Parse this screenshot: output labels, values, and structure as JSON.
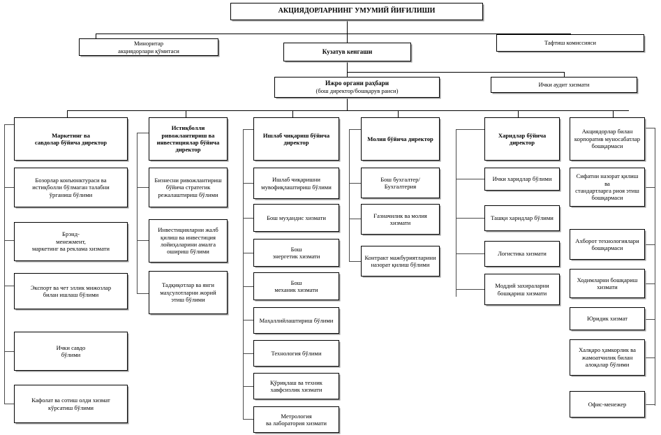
{
  "meta": {
    "title": "Акциядорлик жамияти бошқарув тузилмаси",
    "type": "organizational-chart",
    "colors": {
      "line": "#000000",
      "box_border": "#000000",
      "background": "#ffffff",
      "shadow": "#9a9a9a"
    }
  },
  "level1": {
    "general_meeting": "АКЦИЯДОРЛАРНИНГ УМУМИЙ ЙИҒИЛИШИ"
  },
  "level2": {
    "minority_committee_line1": "Миноритар",
    "minority_committee_line2": "акциядорлари қўмитаси",
    "supervisory_board": "Кузатув кенгаши",
    "audit_commission": "Тафтиш комиссияси"
  },
  "level3": {
    "executive_head_line1": "Ижро органи раҳбари",
    "executive_head_line2": "(бош директор/бошқарув раиси)",
    "internal_audit": "Ички аудит хизмати"
  },
  "columns": [
    {
      "head_lines": [
        "Маркетинг ва",
        "савдолар бўйича директор"
      ],
      "head_bold": true,
      "items": [
        {
          "lines": [
            "Бозорлар конъюнктураси ва",
            "истиқболли бўлмаган талабни",
            "ўрганиш бўлими"
          ]
        },
        {
          "lines": [
            "Брэнд-",
            "менежмент,",
            "маркетинг ва реклама хизмати"
          ]
        },
        {
          "lines": [
            "Экспорт ва чет эллик мижозлар",
            "билан ишлаш бўлими"
          ]
        },
        {
          "lines": [
            "Ички савдо",
            "бўлими"
          ]
        },
        {
          "lines": [
            "Кафолат ва сотиш олди хизмат",
            "кўрсатиш бўлими"
          ]
        }
      ]
    },
    {
      "head_lines": [
        "Истиқболли",
        "ривожлантириш ва",
        "инвестициялар бўйича",
        "директор"
      ],
      "head_bold": true,
      "items": [
        {
          "lines": [
            "Бизнесни ривожлантириш",
            "бўйича стратегик",
            "режалаштириш бўлими"
          ]
        },
        {
          "lines": [
            "Инвестицияларни жалб",
            "қилиш ва инвестиция",
            "лойиҳаларини амалга",
            "ошириш бўлими"
          ]
        },
        {
          "lines": [
            "Тадқиқотлар ва янги",
            "маҳсулотларни жорий",
            "этиш бўлими"
          ]
        }
      ]
    },
    {
      "head_lines": [
        "Ишлаб чиқариш бўйича",
        "директор"
      ],
      "head_bold": true,
      "items": [
        {
          "lines": [
            "Ишлаб чиқаришни",
            "мувофиқлаштириш бўлими"
          ]
        },
        {
          "lines": [
            "Бош муҳандис хизмати"
          ]
        },
        {
          "lines": [
            "Бош",
            "энергетик хизмати"
          ]
        },
        {
          "lines": [
            "Бош",
            "механик хизмати"
          ]
        },
        {
          "lines": [
            "Маҳаллийлаштириш бўлими"
          ]
        },
        {
          "lines": [
            "Технология бўлими"
          ]
        },
        {
          "lines": [
            "Қўриқлаш ва техник",
            "хавфсизлик хизмати"
          ]
        },
        {
          "lines": [
            "Метрология",
            "ва лаборатория хизмати"
          ]
        }
      ]
    },
    {
      "head_lines": [
        "Молия бўйича директор"
      ],
      "head_bold": true,
      "items": [
        {
          "lines": [
            "Бош бухгалтер/",
            "Бухгалтерия"
          ]
        },
        {
          "lines": [
            "Ғазначилик ва молия",
            "хизмати"
          ]
        },
        {
          "lines": [
            "Контракт мажбуриятларини",
            "назорат қилиш бўлими"
          ]
        }
      ]
    },
    {
      "head_lines": [
        "Харидлар бўйича",
        "директор"
      ],
      "head_bold": true,
      "items": [
        {
          "lines": [
            "Ички харидлар бўлими"
          ]
        },
        {
          "lines": [
            "Ташқи харидлар бўлими"
          ]
        },
        {
          "lines": [
            "Логистика хизмати"
          ]
        },
        {
          "lines": [
            "Моддий захираларни",
            "бошқариш хизмати"
          ]
        }
      ]
    },
    {
      "head_lines": [
        "Акциядорлар билан",
        "корпоратив муносабатлар",
        "бошқармаси"
      ],
      "head_bold": false,
      "items": [
        {
          "lines": [
            "Сифатни назорат қилиш ва",
            "стандартларга риоя этиш",
            "бошқармаси"
          ]
        },
        {
          "lines": [
            "Ахборот технологиялари",
            "бошқармаси"
          ]
        },
        {
          "lines": [
            "Ходимларни бошқариш",
            "хизмати"
          ]
        },
        {
          "lines": [
            "Юридик хизмат"
          ]
        },
        {
          "lines": [
            "Халқаро ҳамкорлик ва",
            "жамоатчилик билан",
            "алоқалар бўлими"
          ]
        },
        {
          "lines": [
            "Офис-менежер"
          ]
        }
      ]
    }
  ]
}
